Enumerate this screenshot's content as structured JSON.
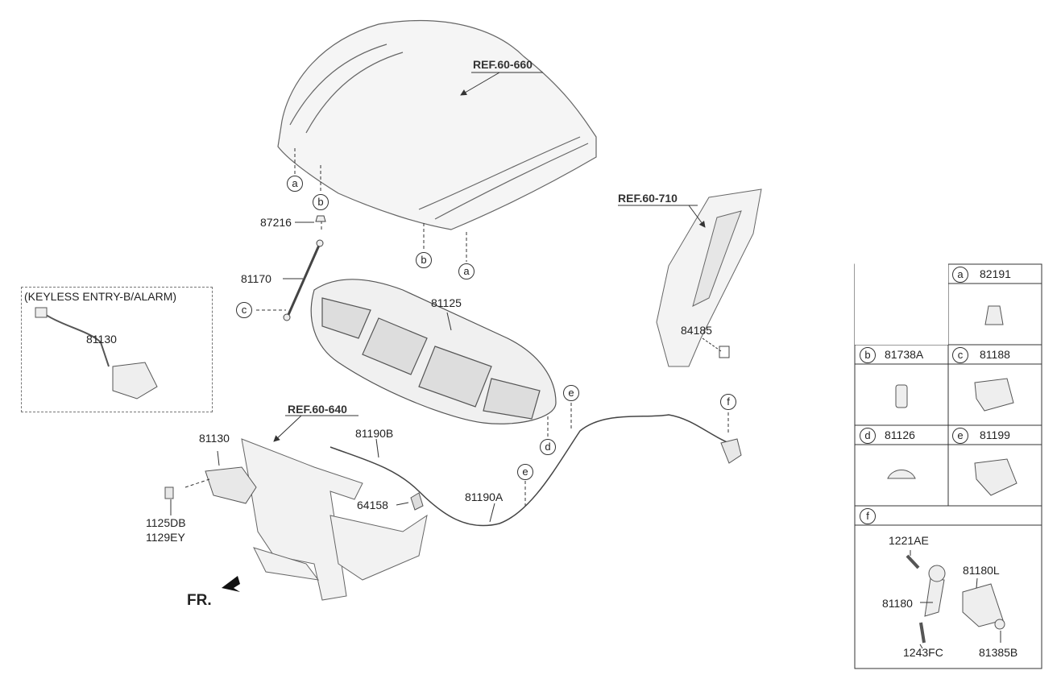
{
  "references": {
    "hood": "REF.60-660",
    "side_panel": "REF.60-710",
    "radiator_support": "REF.60-640"
  },
  "part_numbers": {
    "stay_grommet": "87216",
    "hood_stay": "81170",
    "insulator_pad": "81125",
    "latch_keyless": "81130",
    "latch_main": "81130",
    "label": "84185",
    "cable_front": "81190B",
    "cable_main": "81190A",
    "clip": "64158",
    "bolt_1": "1125DB",
    "bolt_2": "1129EY"
  },
  "callouts": {
    "a": "a",
    "b": "b",
    "c": "c",
    "d": "d",
    "e": "e",
    "f": "f"
  },
  "keyless_title": "(KEYLESS ENTRY-B/ALARM)",
  "front_marker": "FR.",
  "legend": {
    "a": {
      "letter": "a",
      "part": "82191"
    },
    "b": {
      "letter": "b",
      "part": "81738A"
    },
    "c": {
      "letter": "c",
      "part": "81188"
    },
    "d": {
      "letter": "d",
      "part": "81126"
    },
    "e": {
      "letter": "e",
      "part": "81199"
    },
    "f": {
      "letter": "f",
      "parts": {
        "bolt_top": "1221AE",
        "bracket": "81180L",
        "handle": "81180",
        "bolt_bottom": "1243FC",
        "nut": "81385B"
      }
    }
  }
}
